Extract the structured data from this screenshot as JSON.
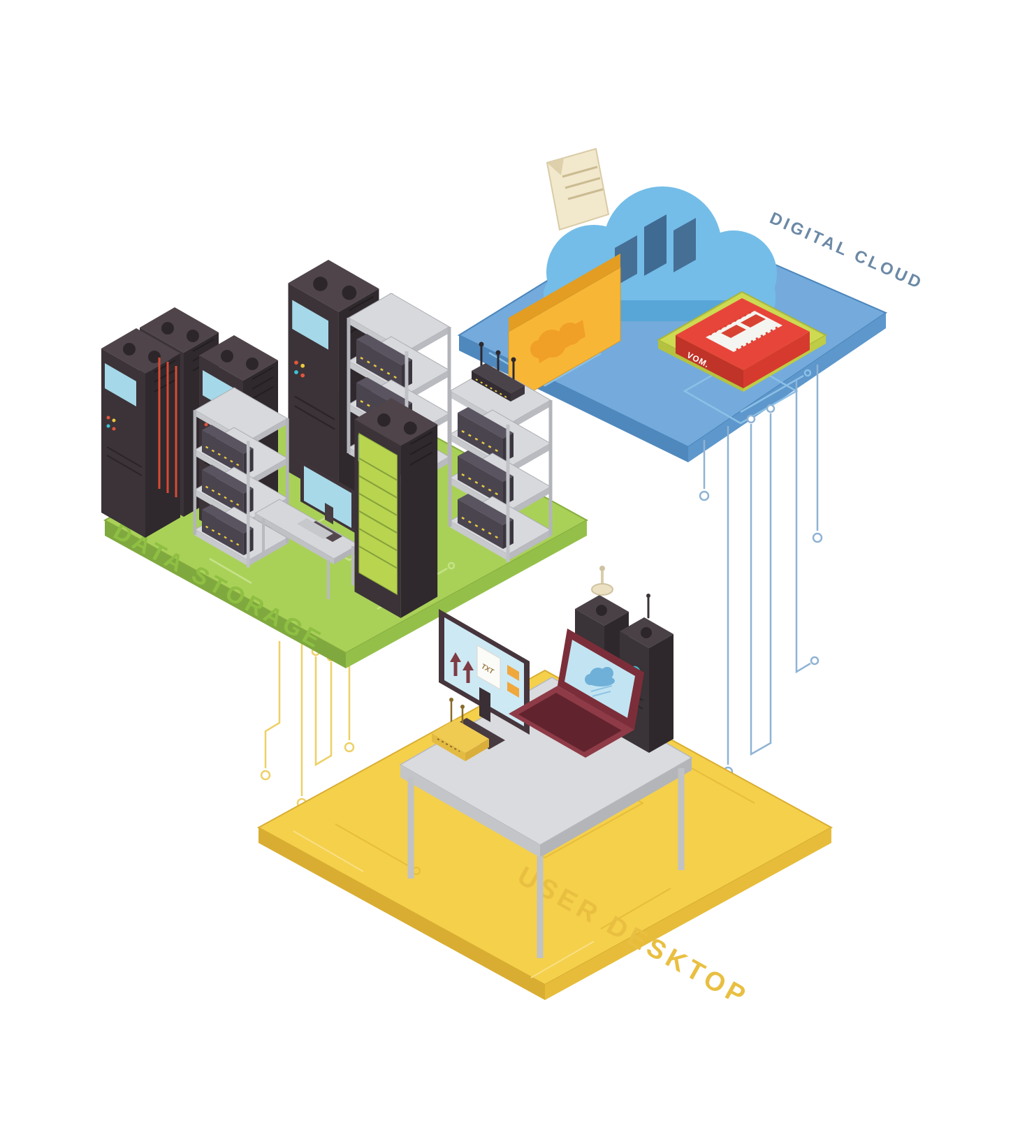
{
  "labels": {
    "digital_cloud": "DIGITAL CLOUD",
    "data_storage": "DATA STORAGE",
    "user_desktop": "USER DESKTOP"
  },
  "annotations": {
    "chip_text": "VOM.",
    "monitor_document_text": "TXT"
  },
  "colors": {
    "cloud_platform_top": "#74abdc",
    "storage_platform_top": "#a9d158",
    "desktop_platform_top": "#f5d04b",
    "cloud_shape": "#74bde8",
    "folder": "#f8b637",
    "film_chip": "#e8453a",
    "chip_board": "#cdda52",
    "digital_cloud_label": "#6b89a6",
    "data_storage_label": "#8fbf43",
    "user_desktop_label": "#e9bf41",
    "server_cabinet": "#3b3338",
    "rack_frame": "#b2b4b9",
    "trace_blue": "#8fb3d4",
    "trace_yellow": "#eed066"
  },
  "icons": {
    "cloud": "cloud-icon",
    "folder": "folder-icon",
    "document": "document-icon",
    "film_chip": "film-chip-icon",
    "server_cabinet": "server-cabinet",
    "server_rack": "server-rack",
    "monitor": "monitor-icon",
    "laptop": "laptop-icon",
    "router": "router-icon",
    "pc_tower": "pc-tower",
    "wifi_antenna": "wifi-antenna-icon"
  }
}
